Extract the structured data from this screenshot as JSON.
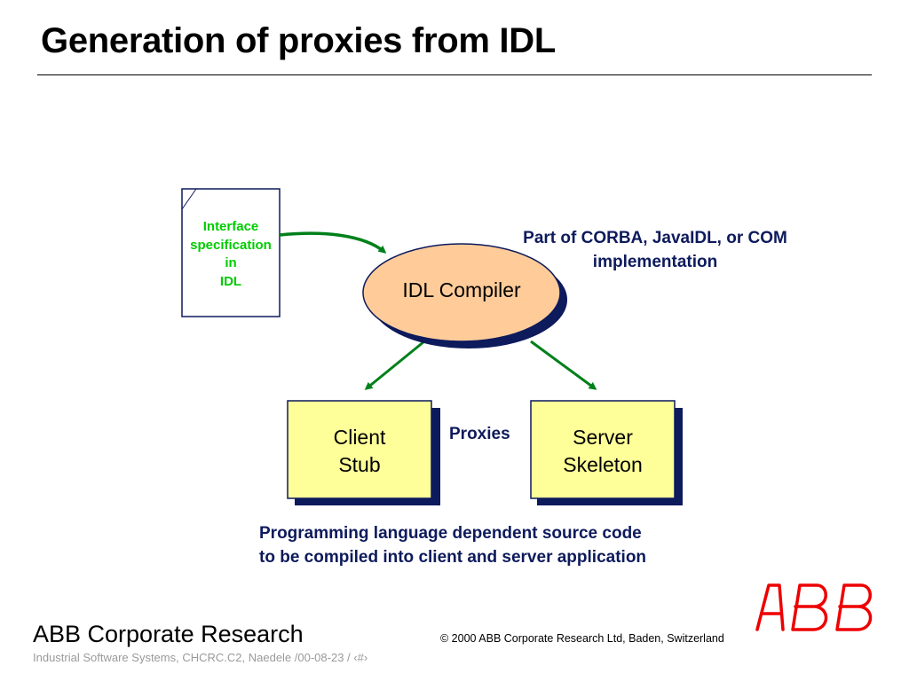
{
  "slide": {
    "title": "Generation of proxies from IDL"
  },
  "diagram": {
    "document": {
      "lines": [
        "Interface",
        "specification",
        "in",
        "IDL"
      ]
    },
    "compiler": {
      "label": "IDL Compiler"
    },
    "implementation_note": {
      "lines": [
        "Part of CORBA, JavaIDL, or COM",
        "implementation"
      ]
    },
    "client_stub": {
      "lines": [
        "Client",
        "Stub"
      ]
    },
    "server_skeleton": {
      "lines": [
        "Server",
        "Skeleton"
      ]
    },
    "proxies_label": "Proxies",
    "source_note": {
      "lines": [
        "Programming language dependent source code",
        "to be compiled into client and server application"
      ]
    },
    "colors": {
      "document_text": "#00cc00",
      "arrows": "#00801a",
      "compiler_fill": "#ffcc99",
      "box_fill": "#ffff99",
      "shadow": "#0d1a5c",
      "note_text": "#0d1a5c",
      "logo": "#ee0000"
    }
  },
  "footer": {
    "organization": "ABB Corporate Research",
    "subtitle": "Industrial Software Systems, CHCRC.C2, Naedele /00-08-23 / ‹#›",
    "copyright": "© 2000 ABB Corporate Research Ltd, Baden, Switzerland",
    "logo_text": "ABB"
  }
}
